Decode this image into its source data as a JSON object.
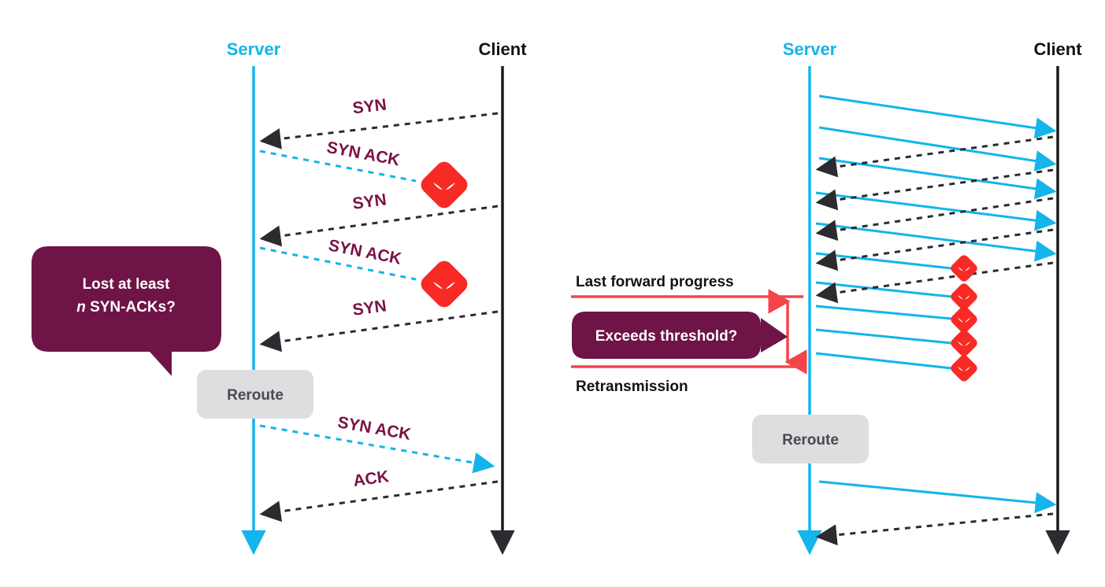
{
  "meta": {
    "colors": {
      "server_cyan": "#13B5EA",
      "client_black": "#1A1A1A",
      "label_maroon": "#7A1144",
      "callout_maroon": "#6E1446",
      "loss_red": "#F82A26",
      "threshold_red": "#F5434A",
      "reroute_gray": "#DEDEE0",
      "reroute_text": "#4A4A4F",
      "background": "#FFFFFF"
    }
  },
  "left_diagram": {
    "name": "syn-ack-loss-reroute",
    "server_label": "Server",
    "client_label": "Client",
    "reroute_label": "Reroute",
    "callout": {
      "line1": "Lost at least",
      "line2_italic": "n",
      "line2_rest": " SYN-ACKs?"
    },
    "messages": [
      {
        "label": "SYN",
        "direction": "client-to-server",
        "style": "dashed-black",
        "lost": false
      },
      {
        "label": "SYN ACK",
        "direction": "server-to-client",
        "style": "dashed-cyan",
        "lost": true
      },
      {
        "label": "SYN",
        "direction": "client-to-server",
        "style": "dashed-black",
        "lost": false
      },
      {
        "label": "SYN ACK",
        "direction": "server-to-client",
        "style": "dashed-cyan",
        "lost": true
      },
      {
        "label": "SYN",
        "direction": "client-to-server",
        "style": "dashed-black",
        "lost": false
      },
      {
        "label": "SYN ACK",
        "direction": "server-to-client",
        "style": "dashed-cyan",
        "lost": false
      },
      {
        "label": "ACK",
        "direction": "client-to-server",
        "style": "dashed-black",
        "lost": false
      }
    ],
    "loss_count": 2
  },
  "right_diagram": {
    "name": "retransmission-threshold-reroute",
    "server_label": "Server",
    "client_label": "Client",
    "reroute_label": "Reroute",
    "annotations": {
      "top_line_label": "Last forward progress",
      "bottom_line_label": "Retransmission",
      "callout_label": "Exceeds threshold?"
    },
    "data_arrow_count": 11,
    "ack_arrow_count": 6,
    "loss_count": 5
  }
}
